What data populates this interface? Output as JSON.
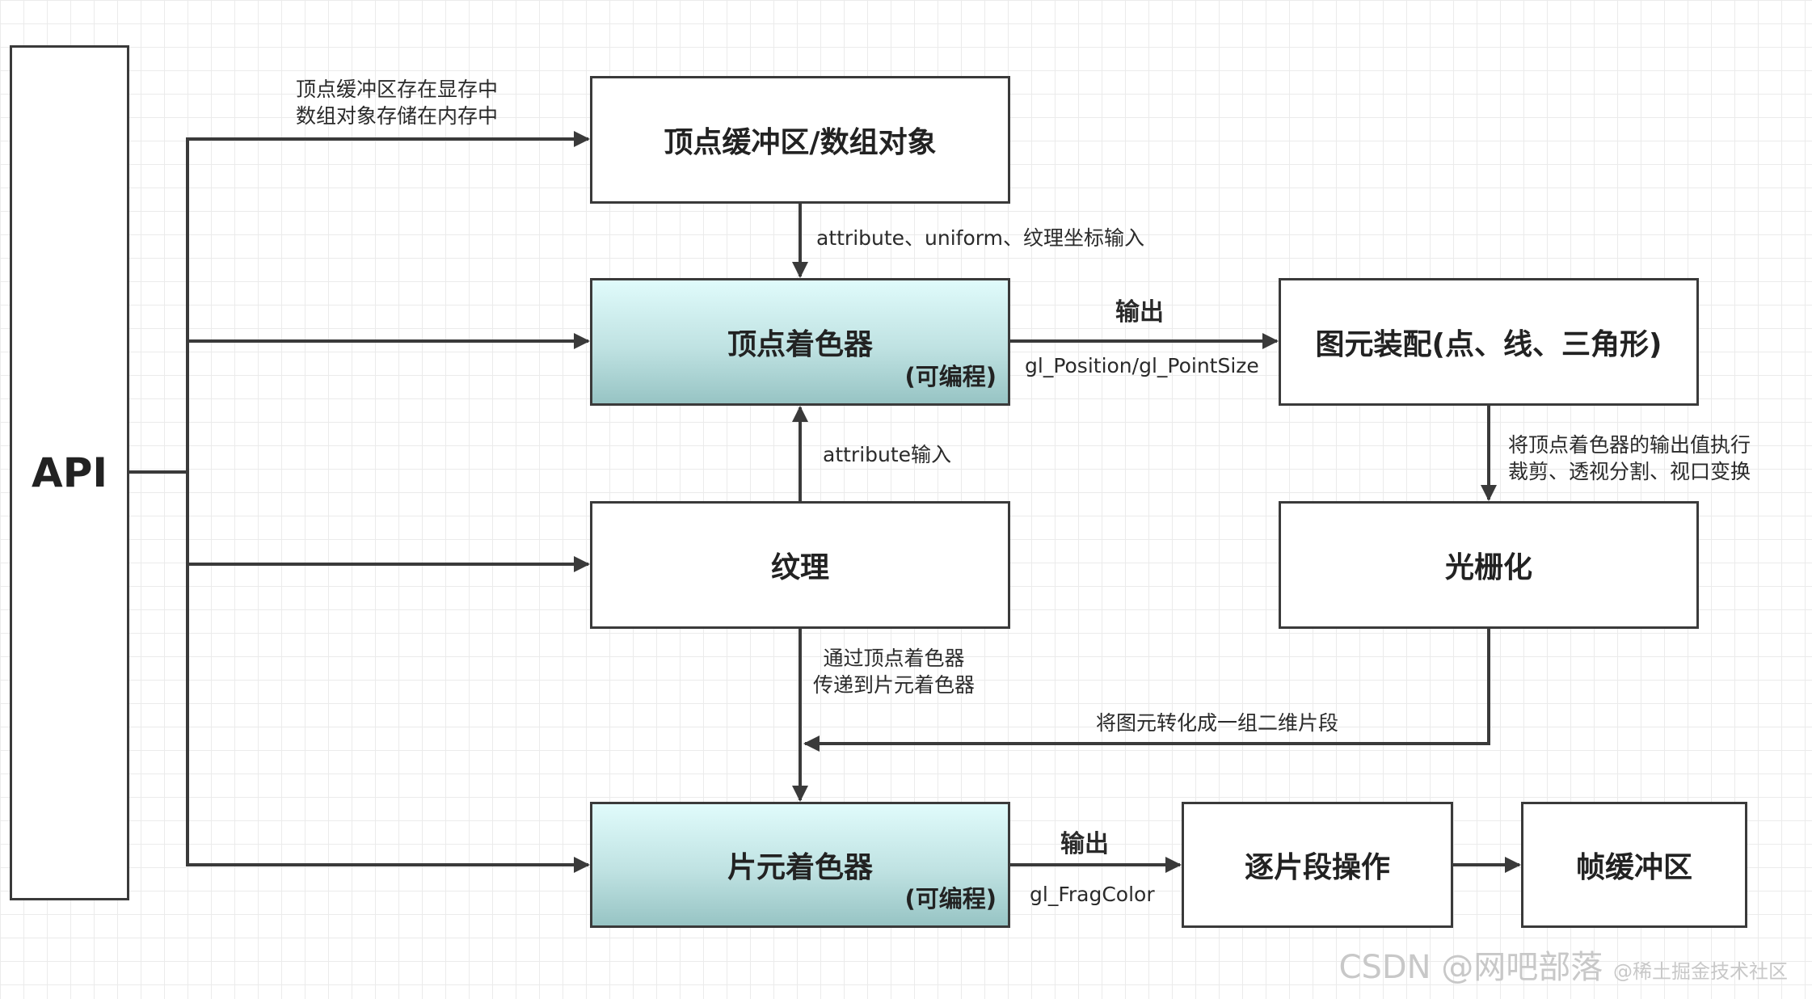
{
  "api": {
    "label": "API"
  },
  "nodes": {
    "vbo": {
      "title": "顶点缓冲区/数组对象"
    },
    "vertex_shader": {
      "title": "顶点着色器",
      "subtitle": "(可编程)"
    },
    "texture": {
      "title": "纹理"
    },
    "primitive_assembly": {
      "title": "图元装配(点、线、三角形)"
    },
    "rasterization": {
      "title": "光栅化"
    },
    "fragment_shader": {
      "title": "片元着色器",
      "subtitle": "(可编程)"
    },
    "per_fragment_ops": {
      "title": "逐片段操作"
    },
    "framebuffer": {
      "title": "帧缓冲区"
    }
  },
  "edge_labels": {
    "api_to_vbo_line1": "顶点缓冲区存在显存中",
    "api_to_vbo_line2": "数组对象存储在内存中",
    "vbo_to_vs": "attribute、uniform、纹理坐标输入",
    "texture_to_vs": "attribute输入",
    "vs_output": "输出",
    "vs_output_vars": "gl_Position/gl_PointSize",
    "pa_to_raster_line1": "将顶点着色器的输出值执行",
    "pa_to_raster_line2": "裁剪、透视分割、视口变换",
    "texture_to_fs_line1": "通过顶点着色器",
    "texture_to_fs_line2": "传递到片元着色器",
    "raster_to_fs": "将图元转化成一组二维片段",
    "fs_output": "输出",
    "fs_output_vars": "gl_FragColor"
  },
  "watermark": {
    "main": "CSDN @网吧部落",
    "small": "@稀土掘金技术社区"
  },
  "colors": {
    "line": "#3a3a3a",
    "programmable_fill_top": "#e0fbfb",
    "programmable_fill_bottom": "#97c4c4"
  }
}
